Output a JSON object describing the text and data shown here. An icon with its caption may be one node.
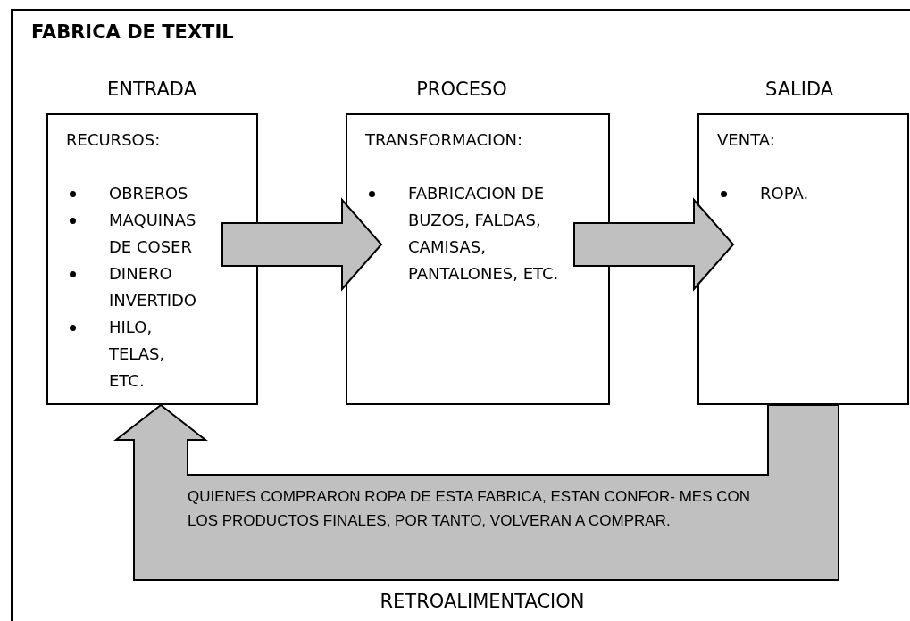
{
  "diagram": {
    "title": "FABRICA DE TEXTIL",
    "nodes": [
      {
        "text": [
          "ENTRADA",
          "RECURSOS:",
          "OBREROS",
          "MAQUINAS DE COSER",
          "DINERO INVERTIDO",
          "HILO, TELAS, ETC."
        ]
      },
      {
        "text": [
          "PROCESO",
          "TRANSFORMACION:",
          "FABRICACION DE BUZOS, FALDAS, CAMISAS, PANTALONES, ETC."
        ]
      },
      {
        "text": [
          "SALIDA",
          "VENTA:",
          "ROPA."
        ]
      }
    ],
    "edges": [
      {
        "from": 0,
        "to": 1,
        "arrow": "to"
      },
      {
        "from": 1,
        "to": 2,
        "arrow": "to"
      },
      {
        "from": 2,
        "to": 0,
        "arrow": "to",
        "label": "QUIENES COMPRARON ROPA DE ESTA FABRICA, ESTAN CONFOR- MES CON LOS PRODUCTOS FINALES, POR TANTO, VOLVERAN A COMPRAR."
      }
    ],
    "labels": [
      "RETROALIMENTACION"
    ]
  }
}
